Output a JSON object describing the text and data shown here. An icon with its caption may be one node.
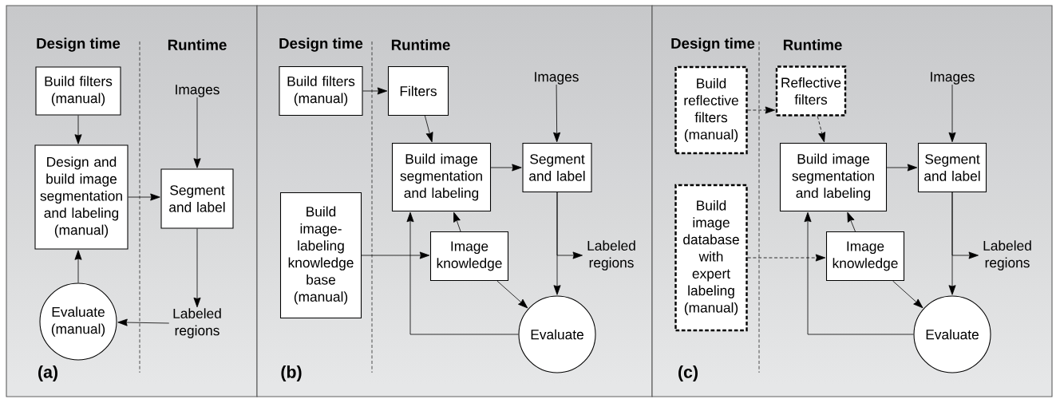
{
  "diagram": {
    "nodes": [
      {
        "text": [
          "Design time",
          "Runtime",
          "(a)"
        ]
      },
      {
        "text": [
          "Build filters (manual)"
        ],
        "in": 0
      },
      {
        "text": [
          "Images"
        ],
        "in": 0
      },
      {
        "text": [
          "Design and build image segmentation and labeling (manual)"
        ],
        "in": 0
      },
      {
        "text": [
          "Segment and label"
        ],
        "in": 0
      },
      {
        "text": [
          "Labeled regions"
        ],
        "in": 0
      },
      {
        "text": [
          "Evaluate (manual)"
        ],
        "in": 0
      },
      {
        "text": [
          "Design time",
          "Runtime",
          "(b)"
        ]
      },
      {
        "text": [
          "Build filters (manual)"
        ],
        "in": 7
      },
      {
        "text": [
          "Filters"
        ],
        "in": 7
      },
      {
        "text": [
          "Images"
        ],
        "in": 7
      },
      {
        "text": [
          "Build image segmentation and labeling"
        ],
        "in": 7
      },
      {
        "text": [
          "Segment and label"
        ],
        "in": 7
      },
      {
        "text": [
          "Build image-labeling knowledge base (manual)"
        ],
        "in": 7
      },
      {
        "text": [
          "Image knowledge"
        ],
        "in": 7
      },
      {
        "text": [
          "Labeled regions"
        ],
        "in": 7
      },
      {
        "text": [
          "Evaluate"
        ],
        "in": 7
      },
      {
        "text": [
          "Design time",
          "Runtime",
          "(c)"
        ]
      },
      {
        "text": [
          "Build reflective filters (manual)"
        ],
        "in": 17
      },
      {
        "text": [
          "Reflective filters"
        ],
        "in": 17
      },
      {
        "text": [
          "Images"
        ],
        "in": 17
      },
      {
        "text": [
          "Build image segmentation and labeling"
        ],
        "in": 17
      },
      {
        "text": [
          "Segment and label"
        ],
        "in": 17
      },
      {
        "text": [
          "Build image database with expert labeling (manual)"
        ],
        "in": 17
      },
      {
        "text": [
          "Image knowledge"
        ],
        "in": 17
      },
      {
        "text": [
          "Labeled regions"
        ],
        "in": 17
      },
      {
        "text": [
          "Evaluate"
        ],
        "in": 17
      }
    ],
    "edges": [
      {
        "from": 1,
        "to": 3,
        "arrow": "to"
      },
      {
        "from": 2,
        "to": 4,
        "arrow": "to"
      },
      {
        "from": 3,
        "to": 4,
        "arrow": "to"
      },
      {
        "from": 4,
        "to": 5,
        "arrow": "to"
      },
      {
        "from": 5,
        "to": 6,
        "arrow": "to"
      },
      {
        "from": 6,
        "to": 3,
        "arrow": "to"
      },
      {
        "from": 8,
        "to": 9,
        "arrow": "to"
      },
      {
        "from": 9,
        "to": 11,
        "arrow": "to"
      },
      {
        "from": 10,
        "to": 12,
        "arrow": "to"
      },
      {
        "from": 11,
        "to": 12,
        "arrow": "to"
      },
      {
        "from": 14,
        "to": 11,
        "arrow": "to"
      },
      {
        "from": 13,
        "to": 14,
        "arrow": "to"
      },
      {
        "from": 12,
        "to": 16,
        "arrow": "to"
      },
      {
        "from": 12,
        "to": 15,
        "arrow": "to"
      },
      {
        "from": 14,
        "to": 16,
        "arrow": "to"
      },
      {
        "from": 16,
        "to": 11,
        "arrow": "to"
      },
      {
        "from": 18,
        "to": 19,
        "arrow": "to",
        "style": "dashed"
      },
      {
        "from": 19,
        "to": 21,
        "arrow": "to",
        "style": "dashed"
      },
      {
        "from": 20,
        "to": 22,
        "arrow": "to"
      },
      {
        "from": 21,
        "to": 22,
        "arrow": "to"
      },
      {
        "from": 24,
        "to": 21,
        "arrow": "to"
      },
      {
        "from": 23,
        "to": 24,
        "arrow": "to",
        "style": "dashed"
      },
      {
        "from": 22,
        "to": 26,
        "arrow": "to"
      },
      {
        "from": 22,
        "to": 25,
        "arrow": "to"
      },
      {
        "from": 24,
        "to": 26,
        "arrow": "to"
      },
      {
        "from": 26,
        "to": 21,
        "arrow": "to"
      }
    ]
  }
}
